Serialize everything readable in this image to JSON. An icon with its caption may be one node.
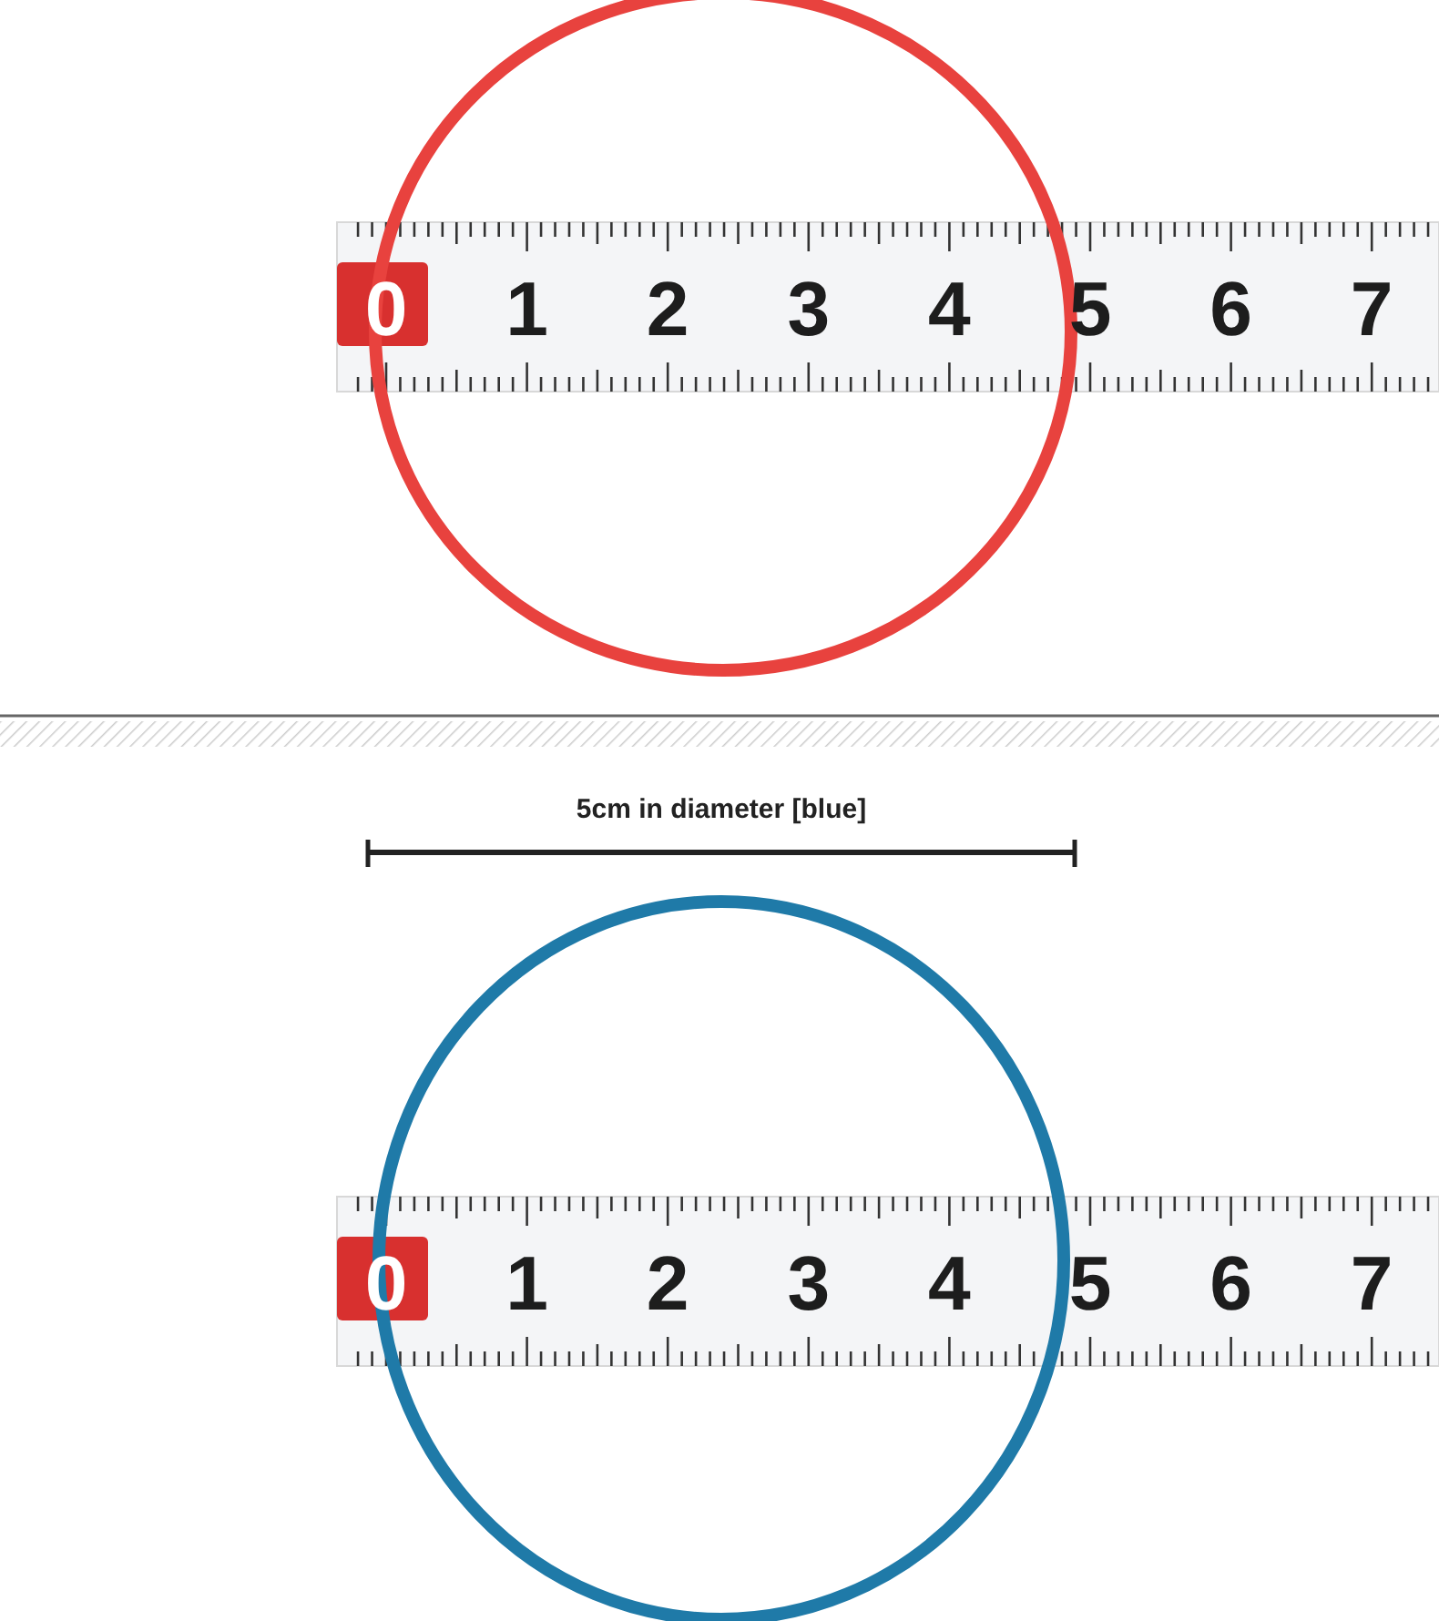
{
  "diagram": {
    "labels": [
      "0",
      "1",
      "2",
      "3",
      "4",
      "5",
      "6",
      "7",
      "5cm in diameter [blue]",
      "0",
      "1",
      "2",
      "3",
      "4",
      "5",
      "6",
      "7"
    ]
  }
}
